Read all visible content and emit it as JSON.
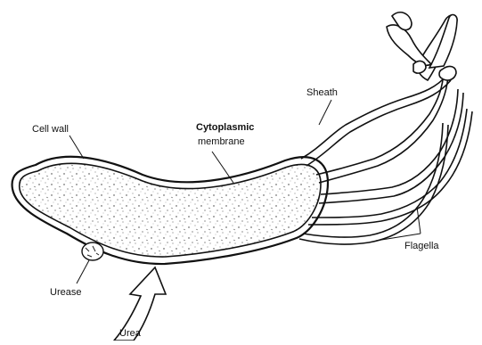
{
  "diagram": {
    "labels": {
      "cell_wall": "Cell wall",
      "cytoplasmic_membrane_line1": "Cytoplasmic",
      "cytoplasmic_membrane_line2": "membrane",
      "sheath": "Sheath",
      "flagella": "Flagella",
      "urease": "Urease",
      "urea": "Urea"
    }
  }
}
